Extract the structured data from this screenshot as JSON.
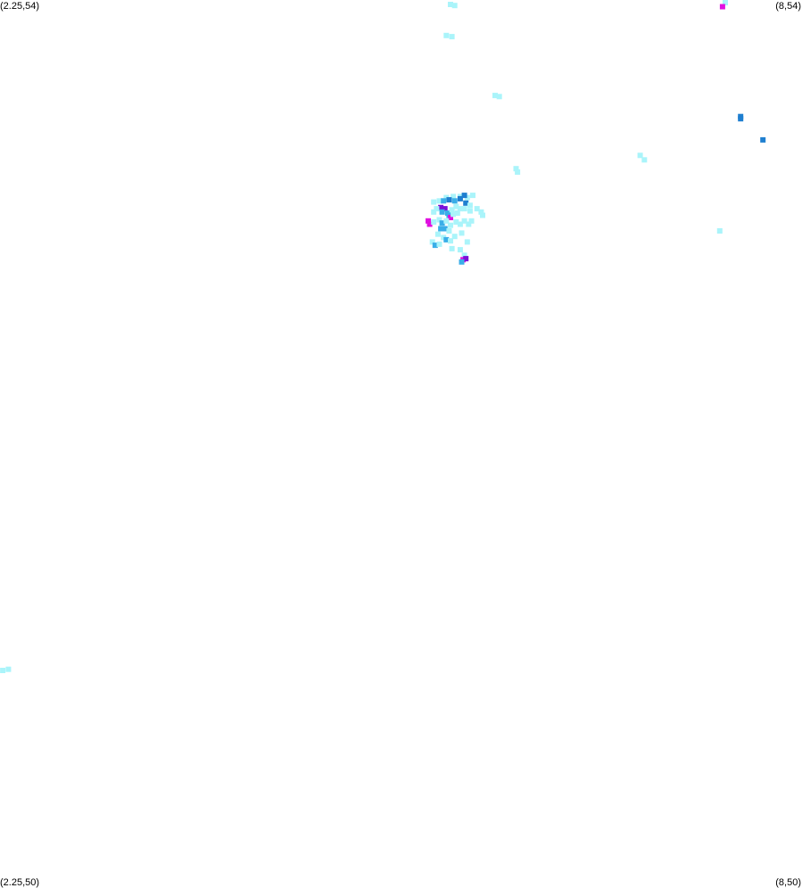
{
  "map": {
    "corners": {
      "top_left": "(2.25,54)",
      "top_right": "(8,54)",
      "bottom_left": "(2.25,50)",
      "bottom_right": "(8,50)"
    },
    "x_range": [
      2.25,
      8
    ],
    "y_range": [
      50,
      54
    ],
    "colors": {
      "background": "#ffffff",
      "light": "#aaf4fa",
      "medium": "#3aaee8",
      "dark": "#1f7fd0",
      "magenta": "#e010e0",
      "purple": "#7a10d8"
    },
    "cells": [
      {
        "lon": 5.48,
        "lat": 53.98,
        "level": "light"
      },
      {
        "lon": 5.51,
        "lat": 53.975,
        "level": "light"
      },
      {
        "lon": 7.45,
        "lat": 53.99,
        "level": "light"
      },
      {
        "lon": 7.43,
        "lat": 53.97,
        "level": "magenta"
      },
      {
        "lon": 5.45,
        "lat": 53.84,
        "level": "light"
      },
      {
        "lon": 5.49,
        "lat": 53.835,
        "level": "light"
      },
      {
        "lon": 5.8,
        "lat": 53.57,
        "level": "light"
      },
      {
        "lon": 5.83,
        "lat": 53.565,
        "level": "light"
      },
      {
        "lon": 7.56,
        "lat": 53.475,
        "level": "dark"
      },
      {
        "lon": 7.56,
        "lat": 53.465,
        "level": "dark"
      },
      {
        "lon": 7.72,
        "lat": 53.37,
        "level": "dark"
      },
      {
        "lon": 6.84,
        "lat": 53.3,
        "level": "light"
      },
      {
        "lon": 6.87,
        "lat": 53.28,
        "level": "light"
      },
      {
        "lon": 5.95,
        "lat": 53.24,
        "level": "light"
      },
      {
        "lon": 5.96,
        "lat": 53.225,
        "level": "light"
      },
      {
        "lon": 7.41,
        "lat": 52.96,
        "level": "light"
      },
      {
        "lon": 2.27,
        "lat": 50.98,
        "level": "light"
      },
      {
        "lon": 2.31,
        "lat": 50.985,
        "level": "light"
      },
      {
        "lon": 5.36,
        "lat": 53.09,
        "level": "light"
      },
      {
        "lon": 5.4,
        "lat": 53.095,
        "level": "light"
      },
      {
        "lon": 5.45,
        "lat": 53.11,
        "level": "light"
      },
      {
        "lon": 5.5,
        "lat": 53.115,
        "level": "light"
      },
      {
        "lon": 5.55,
        "lat": 53.115,
        "level": "light"
      },
      {
        "lon": 5.6,
        "lat": 53.11,
        "level": "light"
      },
      {
        "lon": 5.64,
        "lat": 53.12,
        "level": "light"
      },
      {
        "lon": 5.43,
        "lat": 53.095,
        "level": "medium"
      },
      {
        "lon": 5.47,
        "lat": 53.1,
        "level": "dark"
      },
      {
        "lon": 5.51,
        "lat": 53.095,
        "level": "medium"
      },
      {
        "lon": 5.55,
        "lat": 53.105,
        "level": "dark"
      },
      {
        "lon": 5.58,
        "lat": 53.12,
        "level": "dark"
      },
      {
        "lon": 5.59,
        "lat": 53.085,
        "level": "dark"
      },
      {
        "lon": 5.41,
        "lat": 53.065,
        "level": "purple"
      },
      {
        "lon": 5.44,
        "lat": 53.06,
        "level": "purple"
      },
      {
        "lon": 5.38,
        "lat": 53.06,
        "level": "light"
      },
      {
        "lon": 5.36,
        "lat": 53.045,
        "level": "light"
      },
      {
        "lon": 5.42,
        "lat": 53.045,
        "level": "medium"
      },
      {
        "lon": 5.46,
        "lat": 53.04,
        "level": "medium"
      },
      {
        "lon": 5.49,
        "lat": 53.055,
        "level": "light"
      },
      {
        "lon": 5.52,
        "lat": 53.07,
        "level": "light"
      },
      {
        "lon": 5.55,
        "lat": 53.06,
        "level": "light"
      },
      {
        "lon": 5.58,
        "lat": 53.06,
        "level": "light"
      },
      {
        "lon": 5.62,
        "lat": 53.075,
        "level": "light"
      },
      {
        "lon": 5.62,
        "lat": 53.05,
        "level": "light"
      },
      {
        "lon": 5.47,
        "lat": 53.03,
        "level": "medium"
      },
      {
        "lon": 5.48,
        "lat": 53.02,
        "level": "magenta"
      },
      {
        "lon": 5.5,
        "lat": 53.035,
        "level": "light"
      },
      {
        "lon": 5.53,
        "lat": 53.04,
        "level": "light"
      },
      {
        "lon": 5.67,
        "lat": 53.06,
        "level": "light"
      },
      {
        "lon": 5.7,
        "lat": 53.045,
        "level": "light"
      },
      {
        "lon": 5.71,
        "lat": 53.03,
        "level": "light"
      },
      {
        "lon": 5.32,
        "lat": 53.005,
        "level": "magenta"
      },
      {
        "lon": 5.33,
        "lat": 52.99,
        "level": "magenta"
      },
      {
        "lon": 5.36,
        "lat": 53.0,
        "level": "light"
      },
      {
        "lon": 5.4,
        "lat": 53.01,
        "level": "light"
      },
      {
        "lon": 5.42,
        "lat": 52.995,
        "level": "medium"
      },
      {
        "lon": 5.45,
        "lat": 53.005,
        "level": "light"
      },
      {
        "lon": 5.48,
        "lat": 52.985,
        "level": "light"
      },
      {
        "lon": 5.52,
        "lat": 53.0,
        "level": "light"
      },
      {
        "lon": 5.55,
        "lat": 52.99,
        "level": "light"
      },
      {
        "lon": 5.58,
        "lat": 53.005,
        "level": "light"
      },
      {
        "lon": 5.61,
        "lat": 52.99,
        "level": "light"
      },
      {
        "lon": 5.63,
        "lat": 53.005,
        "level": "light"
      },
      {
        "lon": 5.41,
        "lat": 52.97,
        "level": "medium"
      },
      {
        "lon": 5.44,
        "lat": 52.97,
        "level": "medium"
      },
      {
        "lon": 5.47,
        "lat": 52.96,
        "level": "light"
      },
      {
        "lon": 5.39,
        "lat": 52.945,
        "level": "light"
      },
      {
        "lon": 5.43,
        "lat": 52.93,
        "level": "light"
      },
      {
        "lon": 5.45,
        "lat": 52.92,
        "level": "medium"
      },
      {
        "lon": 5.48,
        "lat": 52.915,
        "level": "light"
      },
      {
        "lon": 5.51,
        "lat": 52.935,
        "level": "light"
      },
      {
        "lon": 5.56,
        "lat": 52.95,
        "level": "light"
      },
      {
        "lon": 5.6,
        "lat": 52.91,
        "level": "light"
      },
      {
        "lon": 5.35,
        "lat": 52.91,
        "level": "light"
      },
      {
        "lon": 5.37,
        "lat": 52.895,
        "level": "medium"
      },
      {
        "lon": 5.4,
        "lat": 52.9,
        "level": "light"
      },
      {
        "lon": 5.49,
        "lat": 52.88,
        "level": "light"
      },
      {
        "lon": 5.55,
        "lat": 52.875,
        "level": "light"
      },
      {
        "lon": 5.58,
        "lat": 52.85,
        "level": "light"
      },
      {
        "lon": 5.57,
        "lat": 52.83,
        "level": "magenta"
      },
      {
        "lon": 5.59,
        "lat": 52.835,
        "level": "purple"
      },
      {
        "lon": 5.56,
        "lat": 52.82,
        "level": "medium"
      }
    ]
  }
}
